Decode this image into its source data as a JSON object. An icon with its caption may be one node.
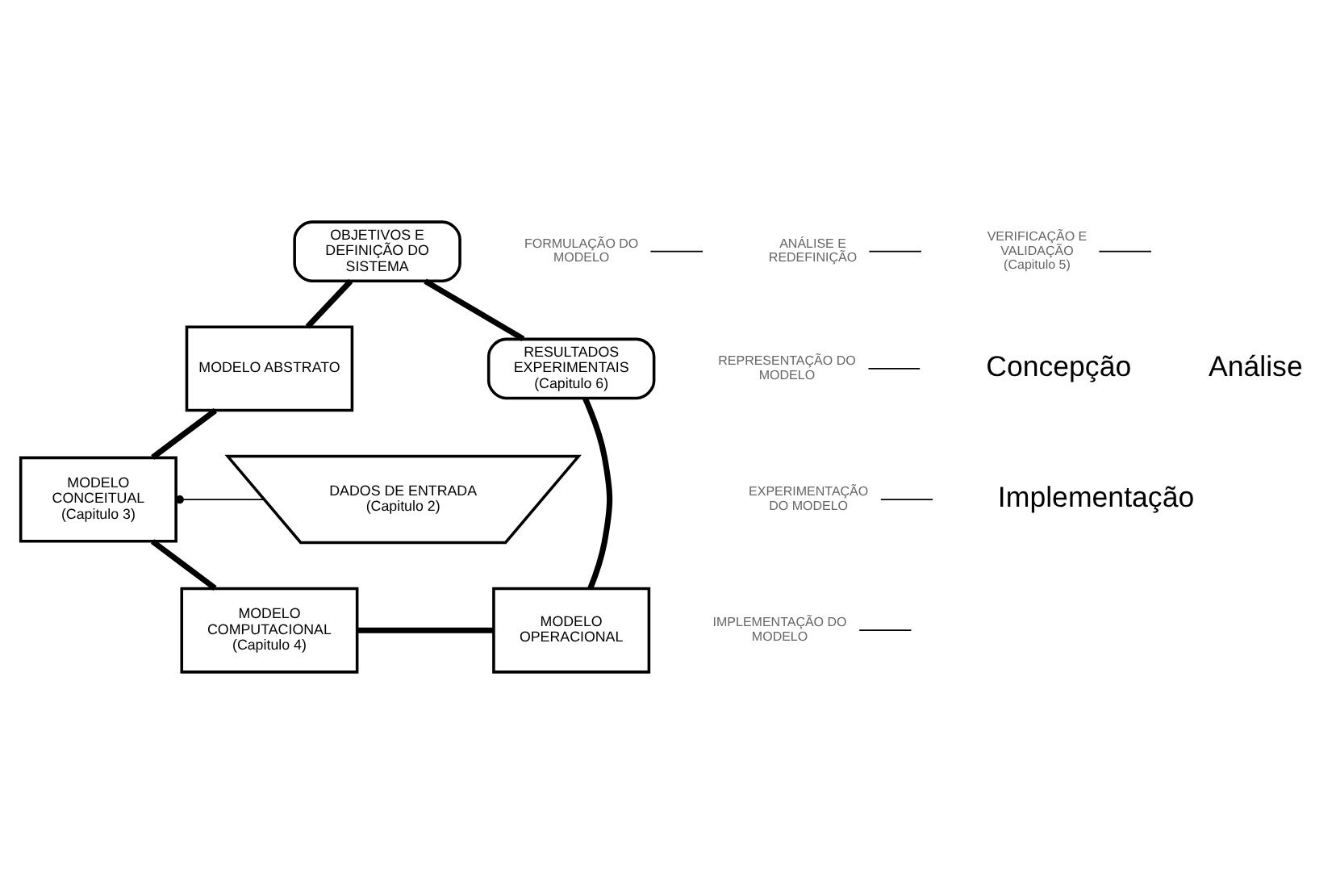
{
  "diagram": {
    "nodes": [
      {
        "text": [
          "OBJETIVOS E DEFINIÇÃO DO SISTEMA"
        ]
      },
      {
        "text": [
          "FORMULAÇÃO DO MODELO"
        ]
      },
      {
        "text": [
          "MODELO ABSTRATO"
        ]
      },
      {
        "text": [
          "ANÁLISE E REDEFINIÇÃO"
        ]
      },
      {
        "text": [
          "REPRESENTAÇÃO DO MODELO"
        ]
      },
      {
        "text": [
          "RESULTADOS EXPERIMENTAIS (Capitulo 6)"
        ]
      },
      {
        "text": [
          "MODELO CONCEITUAL (Capitulo 3)"
        ]
      },
      {
        "text": [
          "DADOS DE ENTRADA (Capitulo 2)"
        ]
      },
      {
        "text": [
          "EXPERIMENTAÇÃO DO MODELO"
        ]
      },
      {
        "text": [
          "IMPLEMENTAÇÃO DO MODELO"
        ]
      },
      {
        "text": [
          "MODELO OPERACIONAL"
        ]
      },
      {
        "text": [
          "MODELO COMPUTACIONAL (Capitulo 4)"
        ]
      },
      {
        "text": [
          "VERIFICAÇÃO E VALIDAÇÃO (Capitulo 5)"
        ]
      }
    ],
    "edges": [
      {
        "from": 0,
        "to": 2,
        "arrow": "none",
        "style": "thick"
      },
      {
        "from": 2,
        "to": 6,
        "arrow": "none",
        "style": "thick"
      },
      {
        "from": 6,
        "to": 11,
        "arrow": "none",
        "style": "thick"
      },
      {
        "from": 11,
        "to": 10,
        "arrow": "none",
        "style": "thick"
      },
      {
        "from": 10,
        "to": 5,
        "arrow": "none",
        "style": "thick"
      },
      {
        "from": 5,
        "to": 0,
        "arrow": "none",
        "style": "thick"
      },
      {
        "from": 7,
        "to": 6,
        "arrow": "other"
      },
      {
        "from": 1,
        "to": null,
        "arrow": "none"
      },
      {
        "from": 4,
        "to": null,
        "arrow": "none"
      },
      {
        "from": 9,
        "to": null,
        "arrow": "none"
      },
      {
        "from": 12,
        "to": null,
        "arrow": "none"
      },
      {
        "from": 8,
        "to": null,
        "arrow": "none"
      },
      {
        "from": 3,
        "to": null,
        "arrow": "none"
      }
    ],
    "labels": [
      "Concepção",
      "Análise",
      "Implementação"
    ]
  }
}
